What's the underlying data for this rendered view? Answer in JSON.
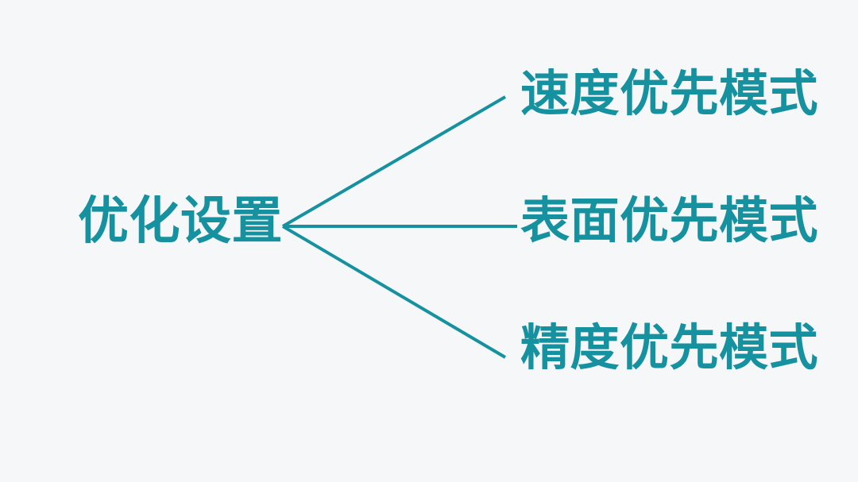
{
  "diagram": {
    "type": "mind-map",
    "orientation": "left-to-right",
    "background_color": "#f5f7f9",
    "accent_color": "#1691a0",
    "root": {
      "label": "优化设置"
    },
    "branches": [
      {
        "label": "速度优先模式",
        "connector": "diagonal-up"
      },
      {
        "label": "表面优先模式",
        "connector": "horizontal"
      },
      {
        "label": "精度优先模式",
        "connector": "diagonal-down"
      }
    ]
  }
}
